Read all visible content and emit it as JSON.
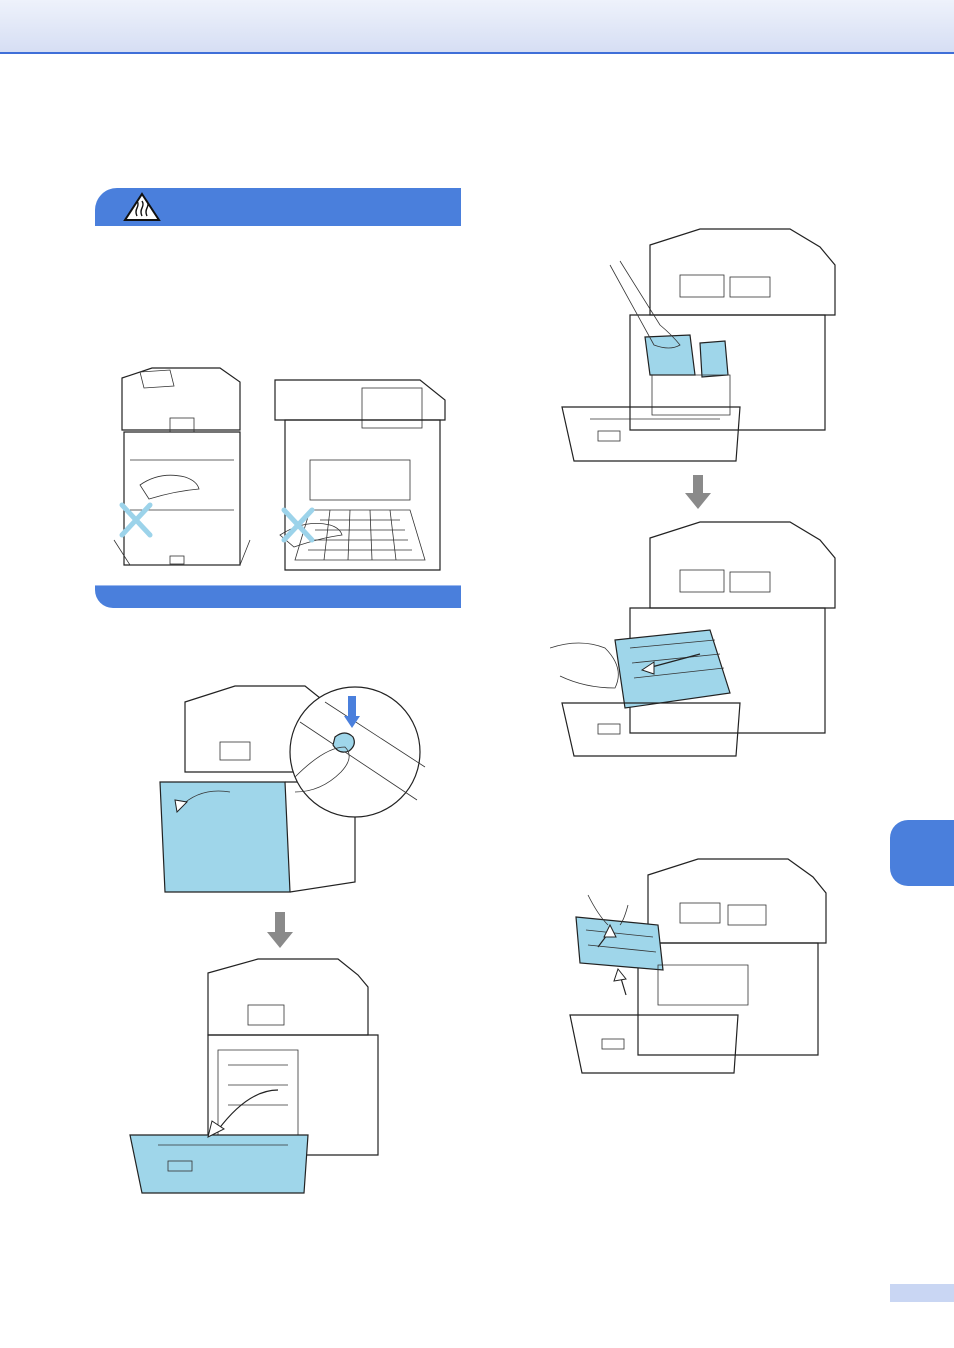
{
  "page": {
    "colors": {
      "accent": "#4a7fdc",
      "header_band": "#d6def4",
      "highlight_blue": "#9fd6ea",
      "arrow_gray": "#8a8a8a"
    }
  },
  "caution": {
    "icon": "hot-surface-warning-icon"
  },
  "figures": [
    {
      "name": "figure-hot-surface-front-back",
      "icon": "hand-crossed-out"
    },
    {
      "name": "figure-press-front-cover-release"
    },
    {
      "name": "figure-front-cover-open"
    },
    {
      "name": "figure-release-drum-lock"
    },
    {
      "name": "figure-pull-out-drum-unit"
    },
    {
      "name": "figure-remove-belt-unit"
    }
  ]
}
